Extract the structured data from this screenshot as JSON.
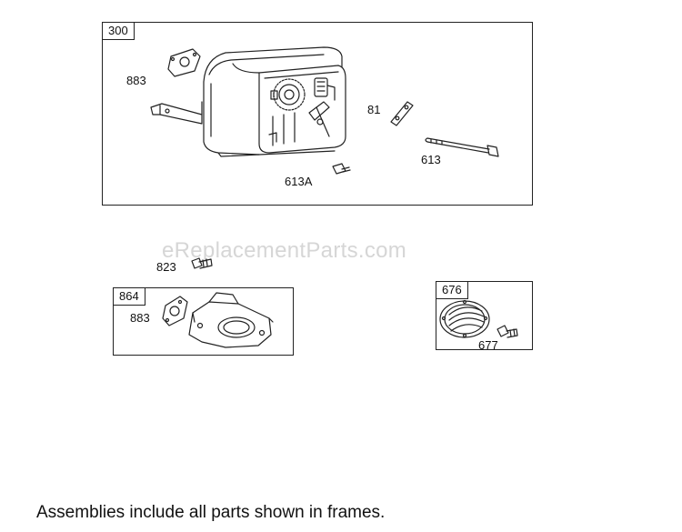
{
  "frames": {
    "main": {
      "tag": "300"
    },
    "adapter": {
      "tag": "864"
    },
    "deflector": {
      "tag": "676"
    }
  },
  "callouts": {
    "c883_top": "883",
    "c81": "81",
    "c613": "613",
    "c613a": "613A",
    "c823": "823",
    "c883_bottom": "883",
    "c677": "677"
  },
  "watermark": "eReplacementParts.com",
  "footer": "Assemblies include all parts shown in frames."
}
